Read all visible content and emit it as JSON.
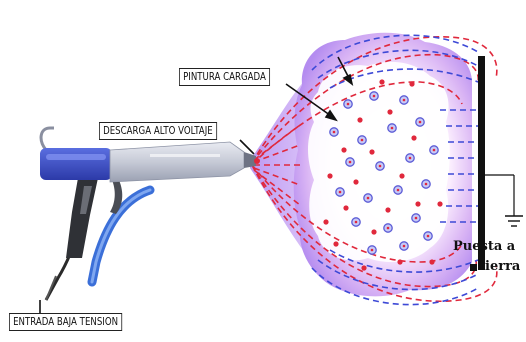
{
  "labels": {
    "charged_paint": "PINTURA CARGADA",
    "high_voltage_discharge": "DESCARGA ALTO VOLTAJE",
    "low_voltage_input": "ENTRADA BAJA TENSION",
    "ground_line1": "Puesta a",
    "ground_line2": "tierra"
  },
  "colors": {
    "cloud_purple": "#a98bf0",
    "field_red": "#e0283c",
    "field_blue": "#3d49d6",
    "particle_ring": "#5b5bd6",
    "ground_plate": "#111111"
  }
}
